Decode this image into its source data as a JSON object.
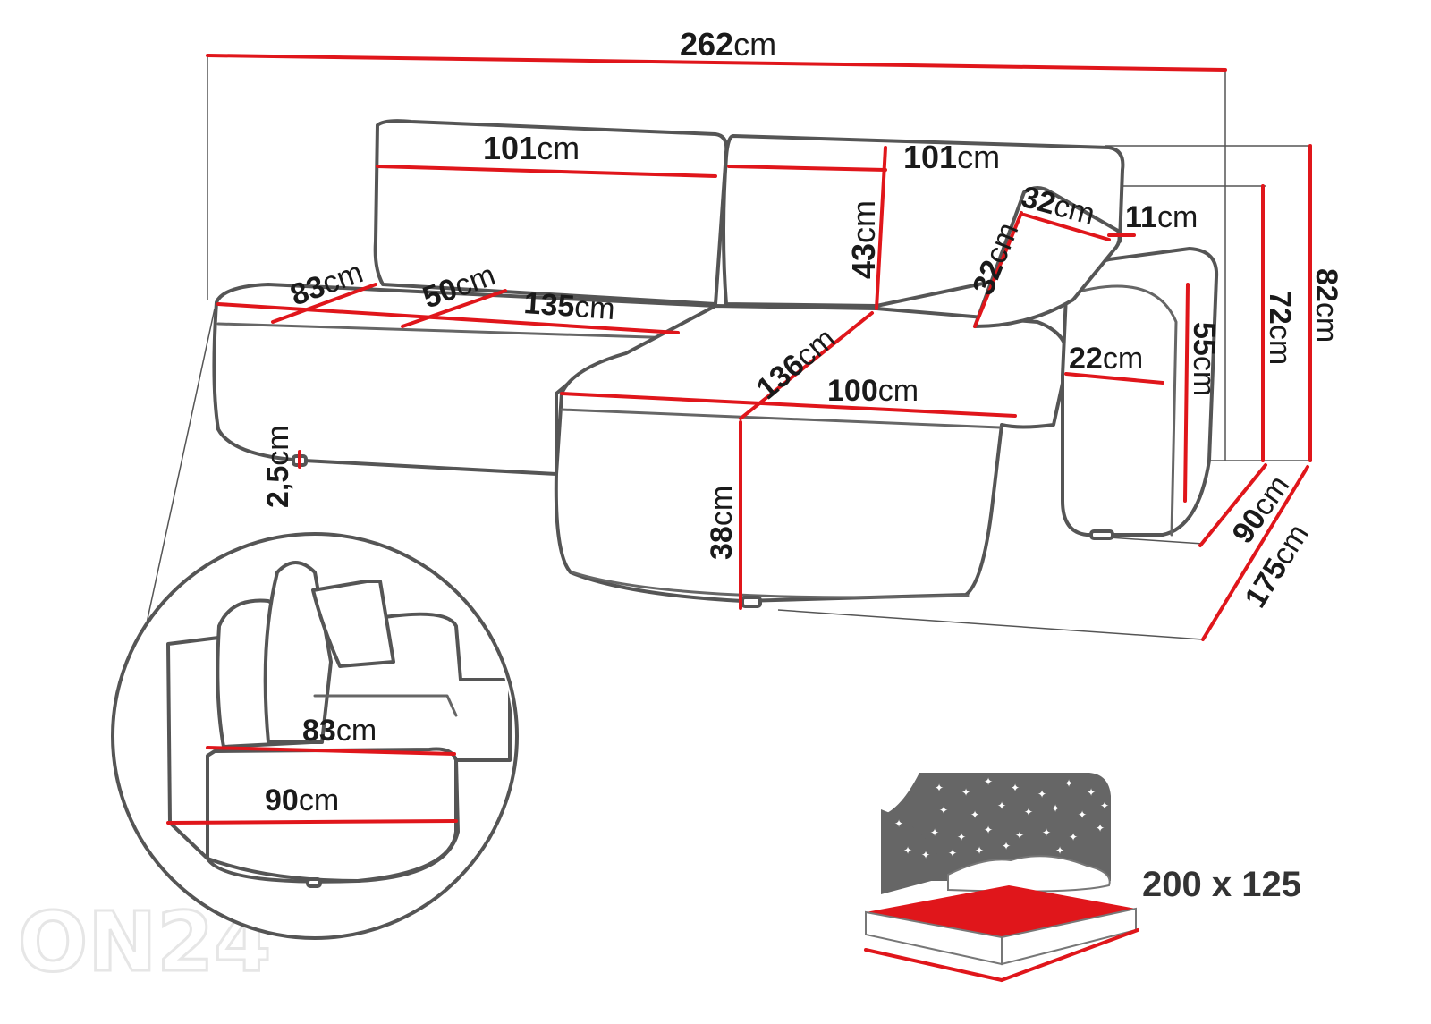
{
  "dimensions": {
    "unit": "cm",
    "total_width": "262",
    "back_cushion_left": "101",
    "back_cushion_right": "101",
    "backrest_height": "43",
    "pillow_width": "32",
    "pillow_height": "32",
    "armrest_width": "11",
    "seat_depth_left": "83",
    "seat_cushion_depth": "50",
    "seat_width_left": "135",
    "chaise_length": "136",
    "chaise_width": "100",
    "armrest_depth": "22",
    "armrest_height": "55",
    "height_72": "72",
    "height_82": "82",
    "depth_90": "90",
    "depth_175": "175",
    "leg_height": "2,5",
    "seat_height": "38",
    "detail_seat_depth": "83",
    "detail_total_depth": "90"
  },
  "bed": {
    "size_label": "200 x 125"
  },
  "logo": {
    "text": "ON24"
  }
}
